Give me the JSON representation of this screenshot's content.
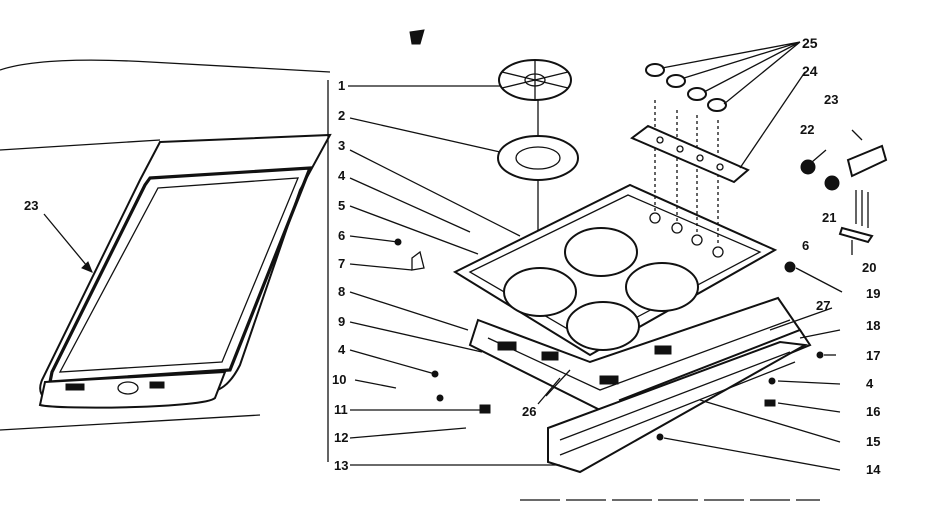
{
  "left_callouts": [
    "1",
    "2",
    "3",
    "4",
    "5",
    "6",
    "7",
    "8",
    "9",
    "4",
    "10",
    "11",
    "12",
    "13"
  ],
  "right_callouts": [
    "25",
    "24",
    "23",
    "22",
    "21",
    "6",
    "20",
    "19",
    "27",
    "18",
    "17",
    "4",
    "16",
    "15",
    "14"
  ],
  "bottom_callouts": [
    "26"
  ],
  "door_callout": "23"
}
